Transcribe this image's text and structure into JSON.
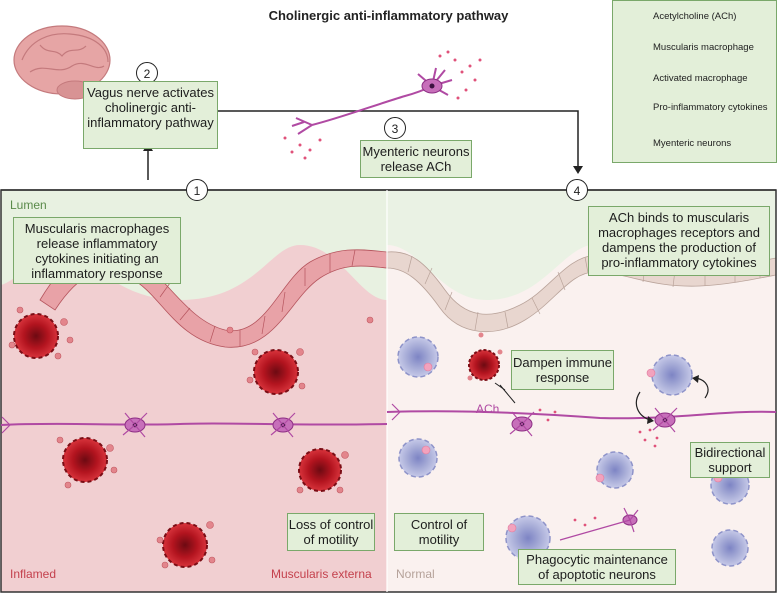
{
  "title": "Cholinergic anti-inflammatory pathway",
  "legend": [
    {
      "label": "Acetylcholine (ACh)",
      "icon": "ach-dot-icon"
    },
    {
      "label": "Muscularis macrophage",
      "icon": "muscularis-macrophage-icon"
    },
    {
      "label": "Activated macrophage",
      "icon": "activated-macrophage-icon"
    },
    {
      "label": "Pro-inflammatory cytokines",
      "icon": "cytokines-icon"
    },
    {
      "label": "Myenteric neurons",
      "icon": "myenteric-neuron-icon"
    }
  ],
  "steps": {
    "s1": {
      "num": "1",
      "text": "Muscularis macrophages release inflammatory cytokines initiating an inflammatory response"
    },
    "s2": {
      "num": "2",
      "text": "Vagus nerve activates cholinergic anti-inflammatory pathway"
    },
    "s3": {
      "num": "3",
      "text": "Myenteric neurons release ACh"
    },
    "s4": {
      "num": "4",
      "text": "ACh binds to muscularis macrophages receptors and dampens the production of pro-inflammatory cytokines"
    }
  },
  "labels": {
    "lumen": "Lumen",
    "inflamed": "Inflamed",
    "muscularis_externa": "Muscularis externa",
    "normal": "Normal",
    "loss_of_control": "Loss of control of motility",
    "control_of_motility": "Control of motility",
    "dampen_immune": "Dampen immune response",
    "ach": "ACh",
    "bidirectional": "Bidirectional support",
    "phagocytic": "Phagocytic maintenance of apoptotic neurons"
  },
  "colors": {
    "box_fill": "#e3efd9",
    "box_border": "#7aa86a",
    "inflamed_bg": "#efc6c8",
    "normal_bg": "#f7ecea",
    "activated_macrophage": "#a3121c",
    "muscularis_macrophage": "#a9aed8",
    "neuron": "#b04aa3",
    "ach": "#f2a2bd"
  }
}
